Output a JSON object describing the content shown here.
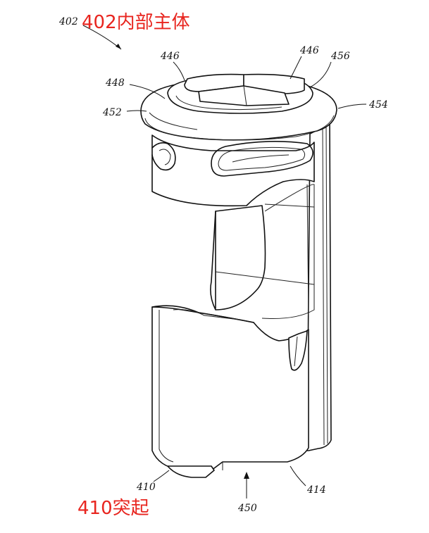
{
  "annotations": {
    "main_label": "402内部主体",
    "protrusion_label": "410突起",
    "color": "#e8251f"
  },
  "references": {
    "r402": "402",
    "r446_left": "446",
    "r446_right": "446",
    "r456": "456",
    "r448": "448",
    "r452": "452",
    "r454": "454",
    "r410": "410",
    "r450": "450",
    "r414": "414"
  }
}
